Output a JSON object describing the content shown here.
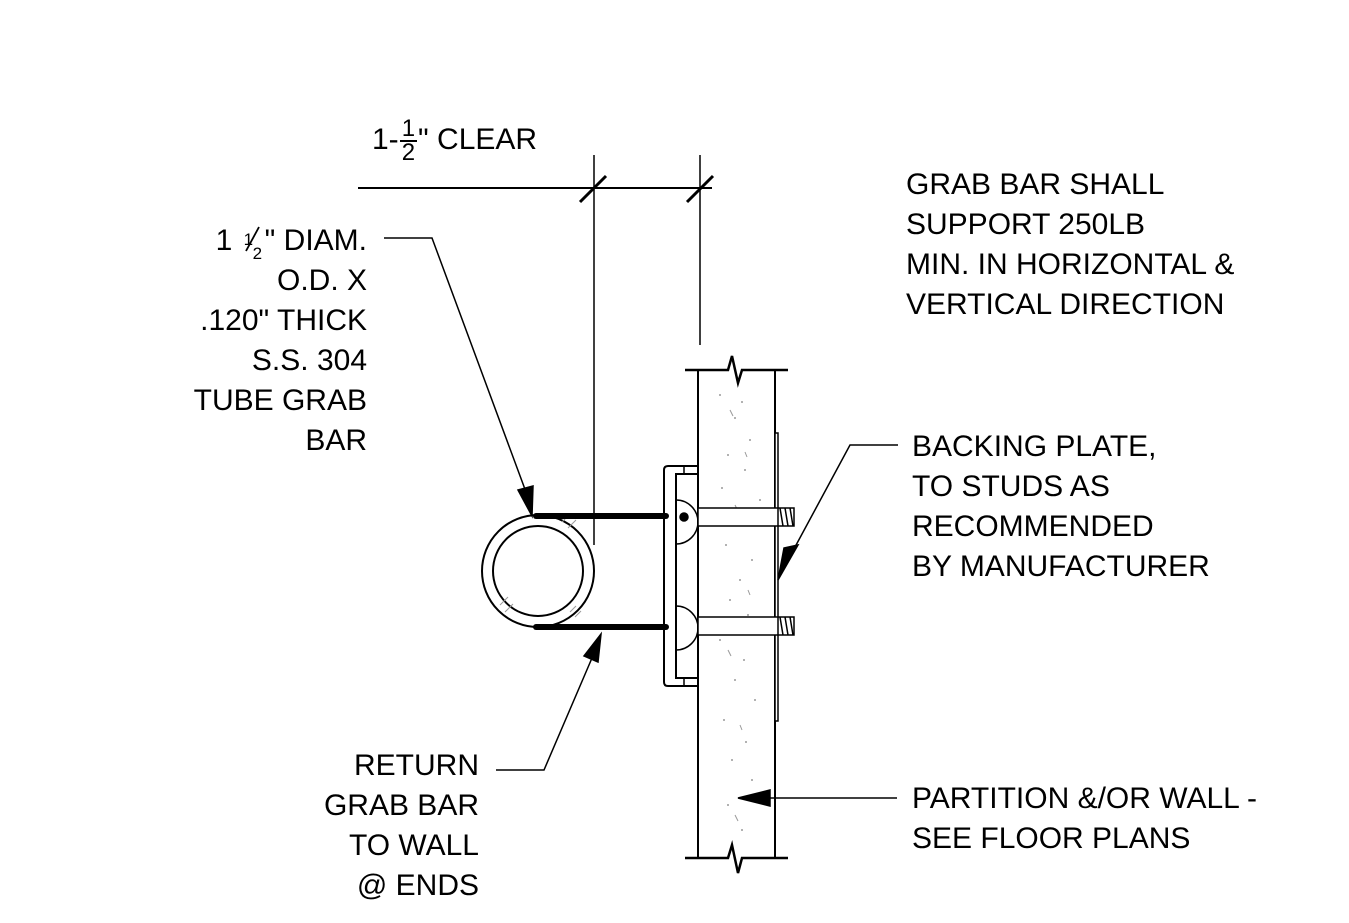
{
  "dimension": {
    "whole": "1-",
    "numerator": "1",
    "denominator": "2",
    "suffix": "\" CLEAR"
  },
  "tube_note": {
    "line1_prefix": "1",
    "line1_frac_num": "1",
    "line1_frac_den": "2",
    "line1_suffix": "\" DIAM.",
    "lines": [
      "O.D. X",
      ".120\" THICK",
      "S.S. 304",
      "TUBE GRAB",
      "BAR"
    ]
  },
  "load_note": {
    "lines": [
      "GRAB BAR SHALL",
      "SUPPORT 250LB",
      "MIN. IN HORIZONTAL &",
      "VERTICAL DIRECTION"
    ]
  },
  "backing_note": {
    "lines": [
      "BACKING PLATE,",
      "TO STUDS AS",
      "RECOMMENDED",
      "BY MANUFACTURER"
    ]
  },
  "return_note": {
    "lines": [
      "RETURN",
      "GRAB BAR",
      "TO WALL",
      "@ ENDS"
    ]
  },
  "wall_note": {
    "lines": [
      "PARTITION &/OR WALL -",
      "SEE FLOOR PLANS"
    ]
  },
  "colors": {
    "line": "#000000",
    "hatch": "#9a9a9a",
    "background": "#ffffff"
  }
}
